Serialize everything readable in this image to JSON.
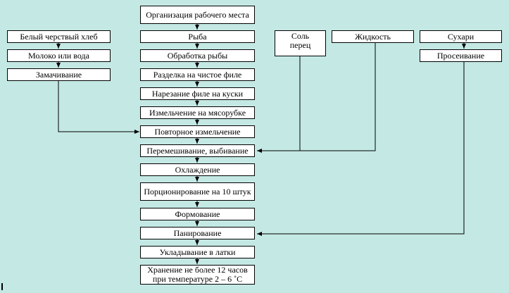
{
  "flowchart": {
    "main": [
      "Организация рабочего места",
      "Рыба",
      "Обработка рыбы",
      "Разделка на чистое филе",
      "Нарезание филе на куски",
      "Измельчение на мясорубке",
      "Повторное измельчение",
      "Перемешивание, выбивание",
      "Охлаждение",
      "Порционирование на 10 штук",
      "Формование",
      "Панирование",
      "Укладывание в латки",
      "Хранение не более 12 часов при температуре 2 – 6 ˚С"
    ],
    "bread_branch": [
      "Белый черствый хлеб",
      "Молоко или вода",
      "Замачивание"
    ],
    "spices": "Соль\nперец",
    "liquid": "Жидкость",
    "crumbs_branch": [
      "Сухари",
      "Просеивание"
    ]
  },
  "colors": {
    "background": "#c4e9e5",
    "box_fill": "#ffffff",
    "line": "#000000"
  }
}
